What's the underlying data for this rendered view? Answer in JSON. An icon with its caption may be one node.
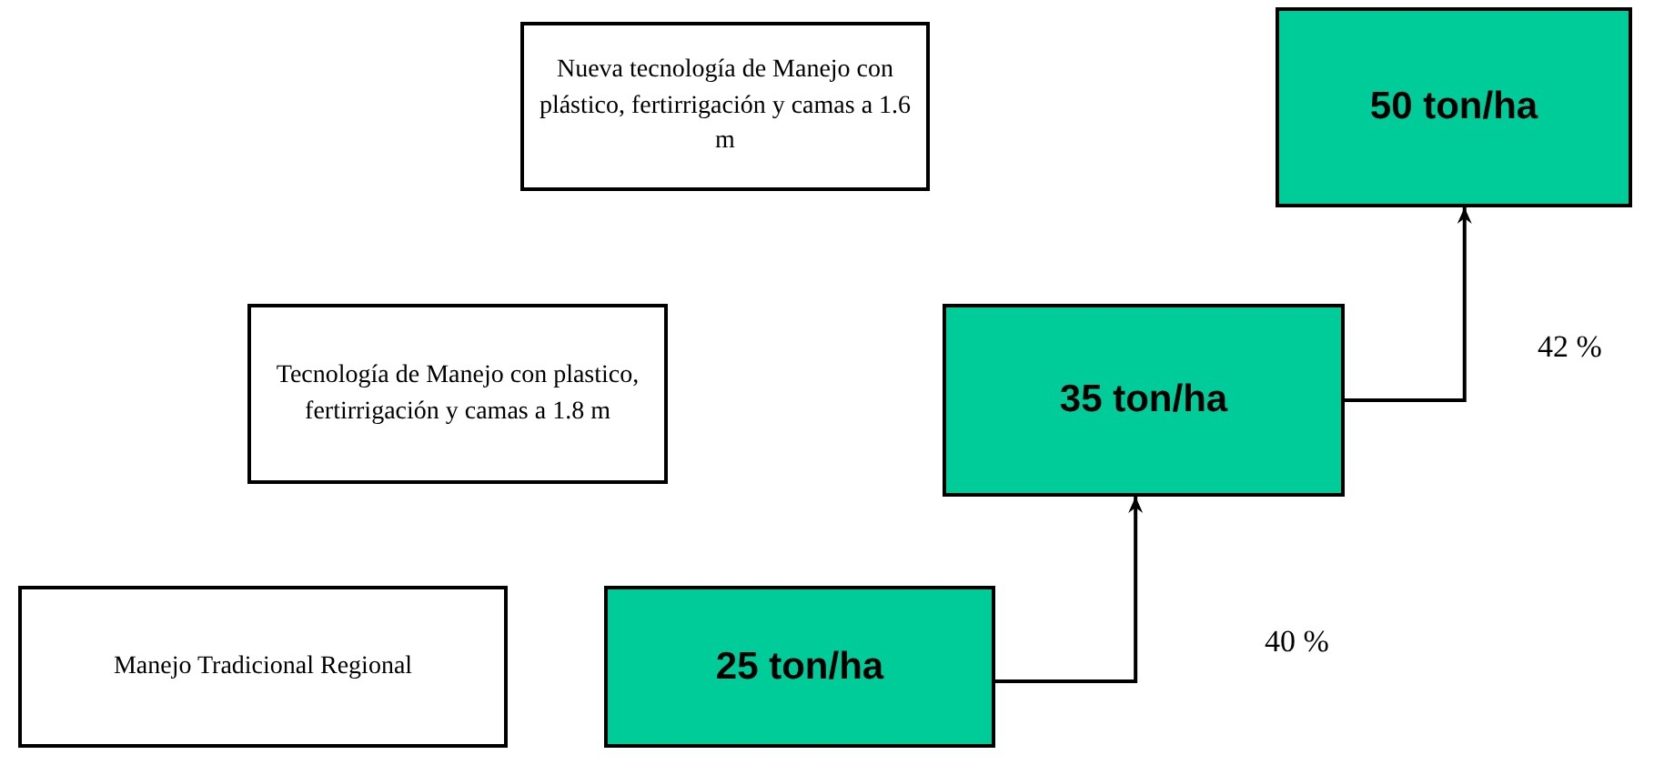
{
  "diagram": {
    "nodes": [
      {
        "text": [
          "Nueva tecnología de Manejo con plástico, fertirrigación y camas a 1.6 m"
        ]
      },
      {
        "text": [
          "Tecnología de Manejo con plastico, fertirrigación y camas a 1.8 m"
        ]
      },
      {
        "text": [
          "Manejo Tradicional Regional"
        ]
      },
      {
        "text": [
          "25 ton/ha"
        ]
      },
      {
        "text": [
          "35 ton/ha"
        ]
      },
      {
        "text": [
          "50 ton/ha"
        ]
      }
    ],
    "edges": [
      {
        "from": 3,
        "to": 4,
        "arrow": "to"
      },
      {
        "from": 4,
        "to": 5,
        "arrow": "to"
      }
    ],
    "labels": [
      "42 %",
      "40 %"
    ]
  }
}
